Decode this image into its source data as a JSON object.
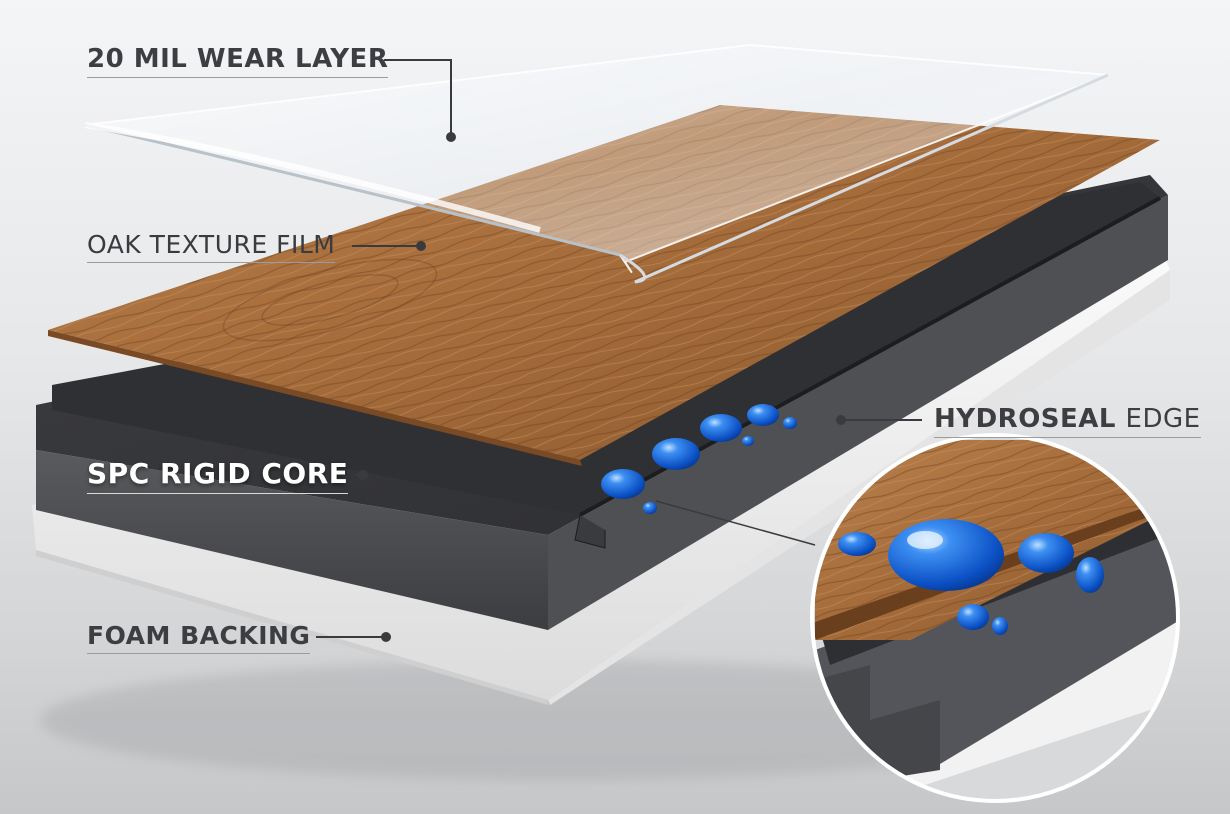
{
  "labels": {
    "wear_layer": "20 MIL WEAR LAYER",
    "oak_texture": "OAK TEXTURE FILM",
    "spc_core": "SPC RIGID CORE",
    "hydroseal_strong": "HYDROSEAL",
    "hydroseal_weak": "EDGE",
    "foam_backing": "FOAM BACKING"
  },
  "colors": {
    "background": "#e9eaec",
    "wood": "#a8703f",
    "core": "#4a4b4e",
    "foam": "#ededed",
    "water_drop": "#1e6fe0",
    "label_text": "#3d3e42"
  }
}
